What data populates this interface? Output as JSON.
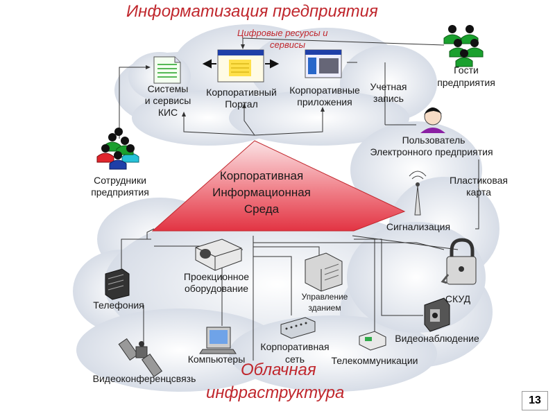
{
  "title_top": "Информатизация предприятия",
  "title_bottom_1": "Облачная",
  "title_bottom_2": "инфраструктура",
  "digital_resources_1": "Цифровые ресурсы и",
  "digital_resources_2": "сервисы",
  "center_1": "Корпоративная",
  "center_2": "Информационная",
  "center_3": "Среда",
  "labels": {
    "kis_1": "Системы",
    "kis_2": "и сервисы",
    "kis_3": "КИС",
    "portal_1": "Корпоративный",
    "portal_2": "Портал",
    "apps_1": "Корпоративные",
    "apps_2": "приложения",
    "account_1": "Учетная",
    "account_2": "запись",
    "guests_1": "Гости",
    "guests_2": "предприятия",
    "user_1": "Пользователь",
    "user_2": "Электронного предприятия",
    "employees_1": "Сотрудники",
    "employees_2": "предприятия",
    "card_1": "Пластиковая",
    "card_2": "карта",
    "alarm": "Сигнализация",
    "projector_1": "Проекционное",
    "projector_2": "оборудование",
    "telephony": "Телефония",
    "building_1": "Управление",
    "building_2": "зданием",
    "skud": "СКУД",
    "video": "Видеонаблюдение",
    "computers": "Компьютеры",
    "network_1": "Корпоративная",
    "network_2": "сеть",
    "telecom": "Телекоммуникации",
    "videoconf": "Видеоконференцсвязь"
  },
  "page_number": "13",
  "colors": {
    "title": "#c0272d",
    "cloud": "#dfe4ec",
    "triangle": "#e8404b",
    "people_green": "#22b33a"
  }
}
